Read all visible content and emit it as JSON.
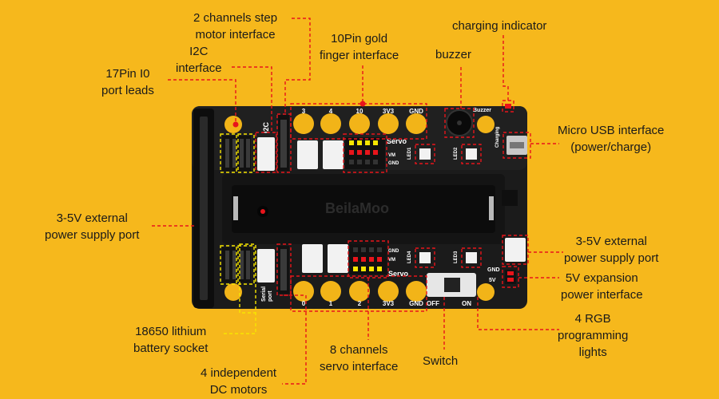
{
  "colors": {
    "background": "#f6b81c",
    "board": "#1a1a1a",
    "leader": "#e8141b",
    "pad": "#f2b418",
    "connector": "#f2f2f2"
  },
  "annotations": {
    "step_motor": [
      "2 channels step",
      "motor interface"
    ],
    "gold_finger": [
      "10Pin gold",
      "finger interface"
    ],
    "charging_indicator": [
      "charging indicator"
    ],
    "buzzer": [
      "buzzer"
    ],
    "i2c": [
      "I2C",
      "interface"
    ],
    "port_leads": [
      "17Pin I0",
      "port leads"
    ],
    "micro_usb": [
      "Micro USB interface",
      "(power/charge)"
    ],
    "ext_power_left": [
      "3-5V external",
      "power supply port"
    ],
    "ext_power_right": [
      "3-5V external",
      "power supply port"
    ],
    "expansion_5v": [
      "5V expansion",
      "power interface"
    ],
    "rgb_lights": [
      "4 RGB",
      "programming",
      "lights"
    ],
    "battery_socket": [
      "18650 lithium",
      "battery socket"
    ],
    "servo": [
      "8 channels",
      "servo interface"
    ],
    "switch": [
      "Switch"
    ],
    "dc_motors": [
      "4 independent",
      "DC motors"
    ]
  },
  "board_silkscreen": {
    "brand": "BeilaMoo",
    "top_pads": [
      "3",
      "4",
      "10",
      "3V3",
      "GND"
    ],
    "bottom_pads": [
      "0",
      "1",
      "2",
      "3V3",
      "GND"
    ],
    "i2c": "I2C",
    "servo": "Servo",
    "gnd": "GND",
    "vm": "VM",
    "led_top": [
      "LED1",
      "LED2"
    ],
    "led_bottom": [
      "LED4",
      "LED3"
    ],
    "buzzer": "Buzzer",
    "charging": "Charging",
    "serial": [
      "Serial",
      "port"
    ],
    "switch_off": "OFF",
    "switch_on": "ON",
    "power_5v": "5V"
  }
}
